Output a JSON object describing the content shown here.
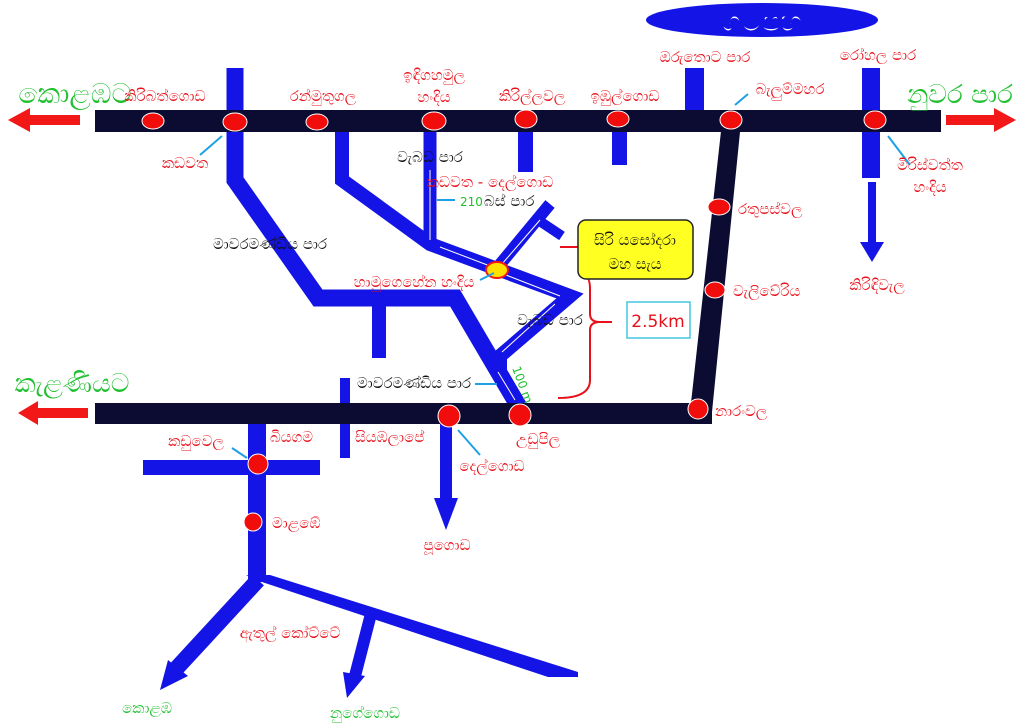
{
  "title": "ගම්පහ",
  "destinations": {
    "colombo_west": "කොළඹට",
    "kandy_road": "නුවර පාර",
    "kelaniya": "කැළණියට",
    "colombo_south": "කොළඹ",
    "nugegoda": "නුගේගොඩ",
    "kirindiwela": "කිරිඳිවැල",
    "pugoda": "පූගොඩ"
  },
  "top_road_places": {
    "kiribathgoda": "කිරිබත්ගොඩ",
    "kadawatha": "කඩවත",
    "ranmuthugala": "රන්මුතුගල",
    "ihalagamaula_line1": "ඉඳිගහමුල",
    "ihalagamaula_line2": "හංදිය",
    "kirillawala": "කිරිල්ලවල",
    "imbulgoda": "ඉඹුල්ගොඩ",
    "belummahara": "බැලුම්මහර",
    "miriswaththa_line1": "මිරිස්වත්ත",
    "miriswaththa_line2": "හංදිය"
  },
  "side_roads": {
    "minuwangoda_road": "ඔරුතොට පාර",
    "rohala_road": "රෝහල පාර",
    "weboda_road_top": "වැබඩ පාර",
    "weboda_road_mid": "වැබඩ පාර",
    "mawaramandiya_road_left": "මාවරමණ්ඩිය පාර",
    "mawaramandiya_road_bottom": "මාවරමණ්ඩිය පාර"
  },
  "bus_route": {
    "name": "කඩවත - දෙල්ගොඩ",
    "number": "210",
    "suffix": "බස් පාර"
  },
  "junction": "හාමුගෙහේන හංදිය",
  "temple": {
    "line1": "සිරි යසෝදරා",
    "line2": "මහ සැය"
  },
  "distance_total": "2.5km",
  "distance_short": "100 m",
  "east_road_places": {
    "ratupaswala": "රතුපස්වල",
    "weliweriya": "වැලිවේරිය",
    "naranwala": "නාරංවල"
  },
  "bottom_road_places": {
    "udupila": "උඩුපිල",
    "delgoda": "දෙල්ගොඩ",
    "siyambalape": "සියඹලාපේ",
    "biyagama": "බියගම",
    "kaduwela": "කඩුවෙල",
    "malabe": "මාළඹේ",
    "athurugiriya": "ඇතුල් කෝට්ටේ"
  },
  "colors": {
    "road_main": "#0c0c33",
    "road_side": "#1414e6",
    "stop": "#f20d0d",
    "dest": "#20c030",
    "label": "#e8101a",
    "temple_bg": "#ffff22"
  }
}
